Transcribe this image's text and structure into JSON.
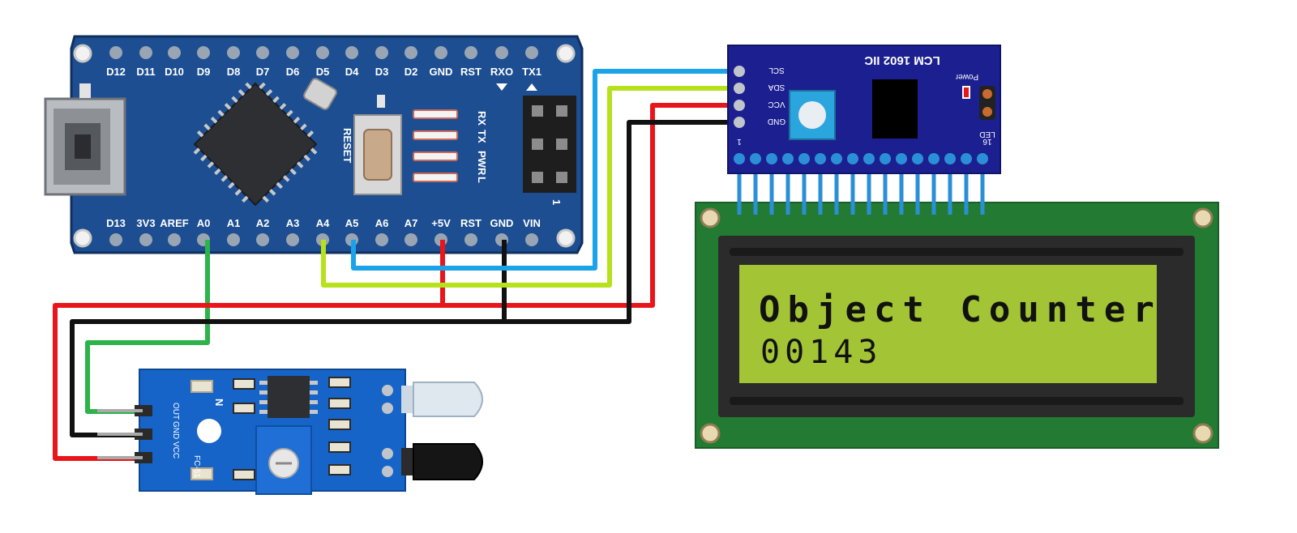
{
  "nano": {
    "top_pins": [
      "D12",
      "D11",
      "D10",
      "D9",
      "D8",
      "D7",
      "D6",
      "D5",
      "D4",
      "D3",
      "D2",
      "GND",
      "RST",
      "RXO",
      "TX1"
    ],
    "bottom_pins": [
      "D13",
      "3V3",
      "AREF",
      "A0",
      "A1",
      "A2",
      "A3",
      "A4",
      "A5",
      "A6",
      "A7",
      "+5V",
      "RST",
      "GND",
      "VIN"
    ],
    "reset_label": "RESET",
    "led_labels": [
      "RX",
      "TX",
      "PWR",
      "L"
    ],
    "header_mark": "1"
  },
  "i2c": {
    "title": "LCM 1602 IIC",
    "pins": [
      "SCL",
      "SDA",
      "VCC",
      "GND"
    ],
    "power_label": "Power",
    "led_label": "LED",
    "pin_first": "1",
    "pin_last": "16"
  },
  "lcd": {
    "line1": "Object Counter",
    "line2": "00143",
    "backlight": "#a3c435"
  },
  "ir": {
    "pins": [
      "OUT",
      "GND",
      "VCC"
    ],
    "model": "FC-51",
    "mark": "N"
  },
  "colors": {
    "board_blue": "#1d4e91",
    "wire_red": "#e8161b",
    "wire_black": "#111111",
    "wire_green": "#2cb34a",
    "wire_blue": "#1aa3e8",
    "wire_lime": "#b7e21b"
  }
}
